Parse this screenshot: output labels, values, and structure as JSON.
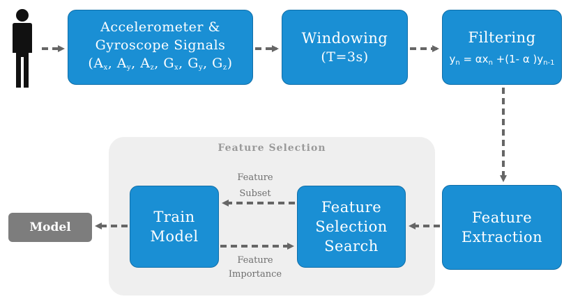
{
  "boxes": {
    "signals": {
      "line1": "Accelerometer &",
      "line2": "Gyroscope Signals"
    },
    "windowing": {
      "line1": "Windowing",
      "line2": "(T=3s)"
    },
    "filtering": {
      "label": "Filtering"
    },
    "extraction": {
      "line1": "Feature",
      "line2": "Extraction"
    },
    "search": {
      "line1": "Feature",
      "line2": "Selection",
      "line3": "Search"
    },
    "train": {
      "line1": "Train",
      "line2": "Model"
    },
    "model": {
      "label": "Model"
    }
  },
  "panel": {
    "title": "Feature Selection"
  },
  "edge_labels": {
    "subset": {
      "line1": "Feature",
      "line2": "Subset"
    },
    "importance": {
      "line1": "Feature",
      "line2": "Importance"
    }
  },
  "colors": {
    "box": "#1a8fd4",
    "panel": "#efefef",
    "arrow": "#666666",
    "model": "#7d7d7d"
  },
  "icons": {
    "person": "person-icon"
  }
}
